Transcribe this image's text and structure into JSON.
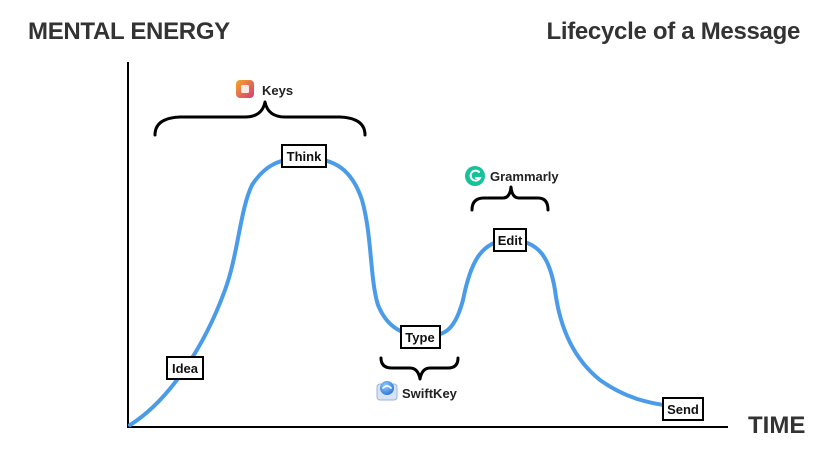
{
  "header": {
    "left_title": "MENTAL ENERGY",
    "right_title": "Lifecycle of a Message"
  },
  "axis": {
    "x_label": "TIME"
  },
  "stages": [
    {
      "label": "Idea"
    },
    {
      "label": "Think"
    },
    {
      "label": "Type"
    },
    {
      "label": "Edit"
    },
    {
      "label": "Send"
    }
  ],
  "apps": [
    {
      "name": "Keys",
      "icon": "keys-app-icon"
    },
    {
      "name": "Grammarly",
      "icon": "grammarly-icon"
    },
    {
      "name": "SwiftKey",
      "icon": "swiftkey-icon"
    }
  ],
  "colors": {
    "curve": "#4a9be8",
    "text": "#333333",
    "keys_gradient_start": "#f5a623",
    "keys_gradient_end": "#d63a7a",
    "grammarly": "#15c39a",
    "swiftkey": "#2f6fd6"
  }
}
